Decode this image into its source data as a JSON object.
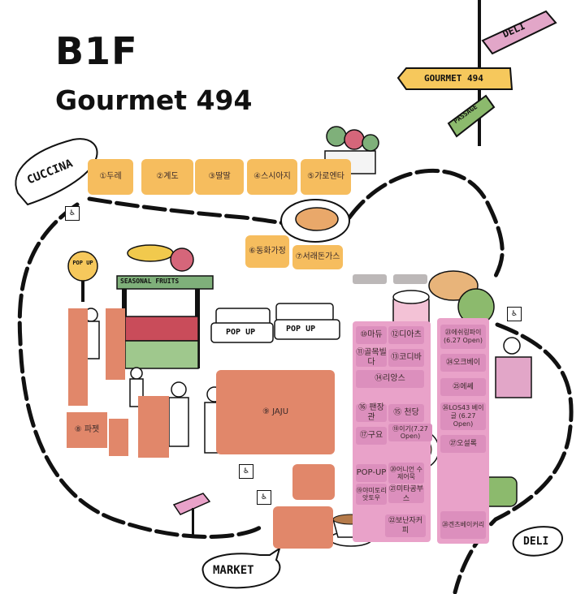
{
  "header": {
    "floor": "B1F",
    "title": "Gourmet 494"
  },
  "signpost": {
    "deli": "DELI",
    "gourmet": "GOURMET 494",
    "passage": "PASSAGE"
  },
  "zone_labels": {
    "cuccina": "CUCCINA",
    "market": "MARKET",
    "deli": "DELI"
  },
  "popup_labels": {
    "pop_up_badge": "POP UP",
    "pop_up_left": "POP UP",
    "pop_up_right": "POP UP",
    "fruits": "SEASONAL FRUITS"
  },
  "stores": {
    "top_row": [
      "①두레",
      "②계도",
      "③딸딸",
      "④스시아지",
      "⑤가로엔타"
    ],
    "cuccina_lower": [
      "⑥동화가정",
      "⑦서래돈가스"
    ],
    "left": "⑧ 파젯",
    "center": "⑨ JAJU",
    "middle_col": [
      "⑩마듀",
      "⑪골목빌다",
      "⑭리앙스",
      "⑯ 팬장관",
      "⑰구요",
      "POP-UP",
      "⑲야미토리 앗토우"
    ],
    "middle_col_right": [
      "⑫디아츠",
      "⑬코디바",
      "⑮ 천당",
      "⑱이기(7.27 Open)",
      "⑳어니언 수제어묵",
      "㉑미타공부스",
      "㉒보난자커피"
    ],
    "right_col": [
      "㉓에쉬링파이 (6.27 Open)",
      "㉔오크베이",
      "㉕에쎄",
      "㉖LOS43 베이글 (6.27 Open)",
      "㉗오설록",
      "㉘겐츠베이커리"
    ]
  },
  "colors": {
    "yellow": "#f6bd5e",
    "pink": "#dc8fbd",
    "salmon": "#e1876a",
    "gray": "#bcb8b8",
    "sign_green": "#8cba6d",
    "sign_pink": "#e2a6c8",
    "sign_yellow": "#f6c85c"
  },
  "icons": [
    "restroom-icon",
    "restroom-icon",
    "restroom-icon",
    "restroom-icon",
    "restroom-icon"
  ]
}
